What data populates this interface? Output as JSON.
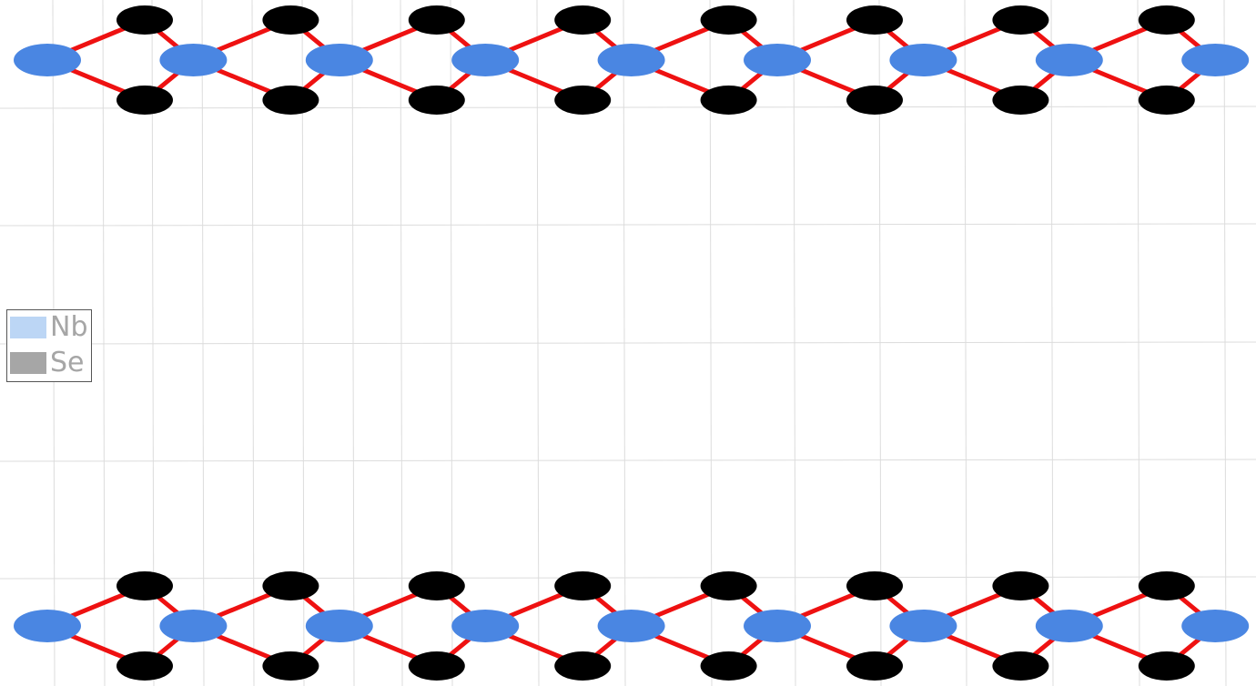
{
  "legend": {
    "items": [
      {
        "label": "Nb",
        "color": "#bcd6f5"
      },
      {
        "label": "Se",
        "color": "#a6a6a6"
      }
    ]
  },
  "colors": {
    "nb_atom": "#4a86e2",
    "se_atom": "#000000",
    "bond": "#ee1111",
    "grid": "#dcdcdc",
    "background": "#ffffff"
  },
  "structure": {
    "layers": 2,
    "nb_per_layer": 9,
    "se_pairs_per_layer": 8
  }
}
